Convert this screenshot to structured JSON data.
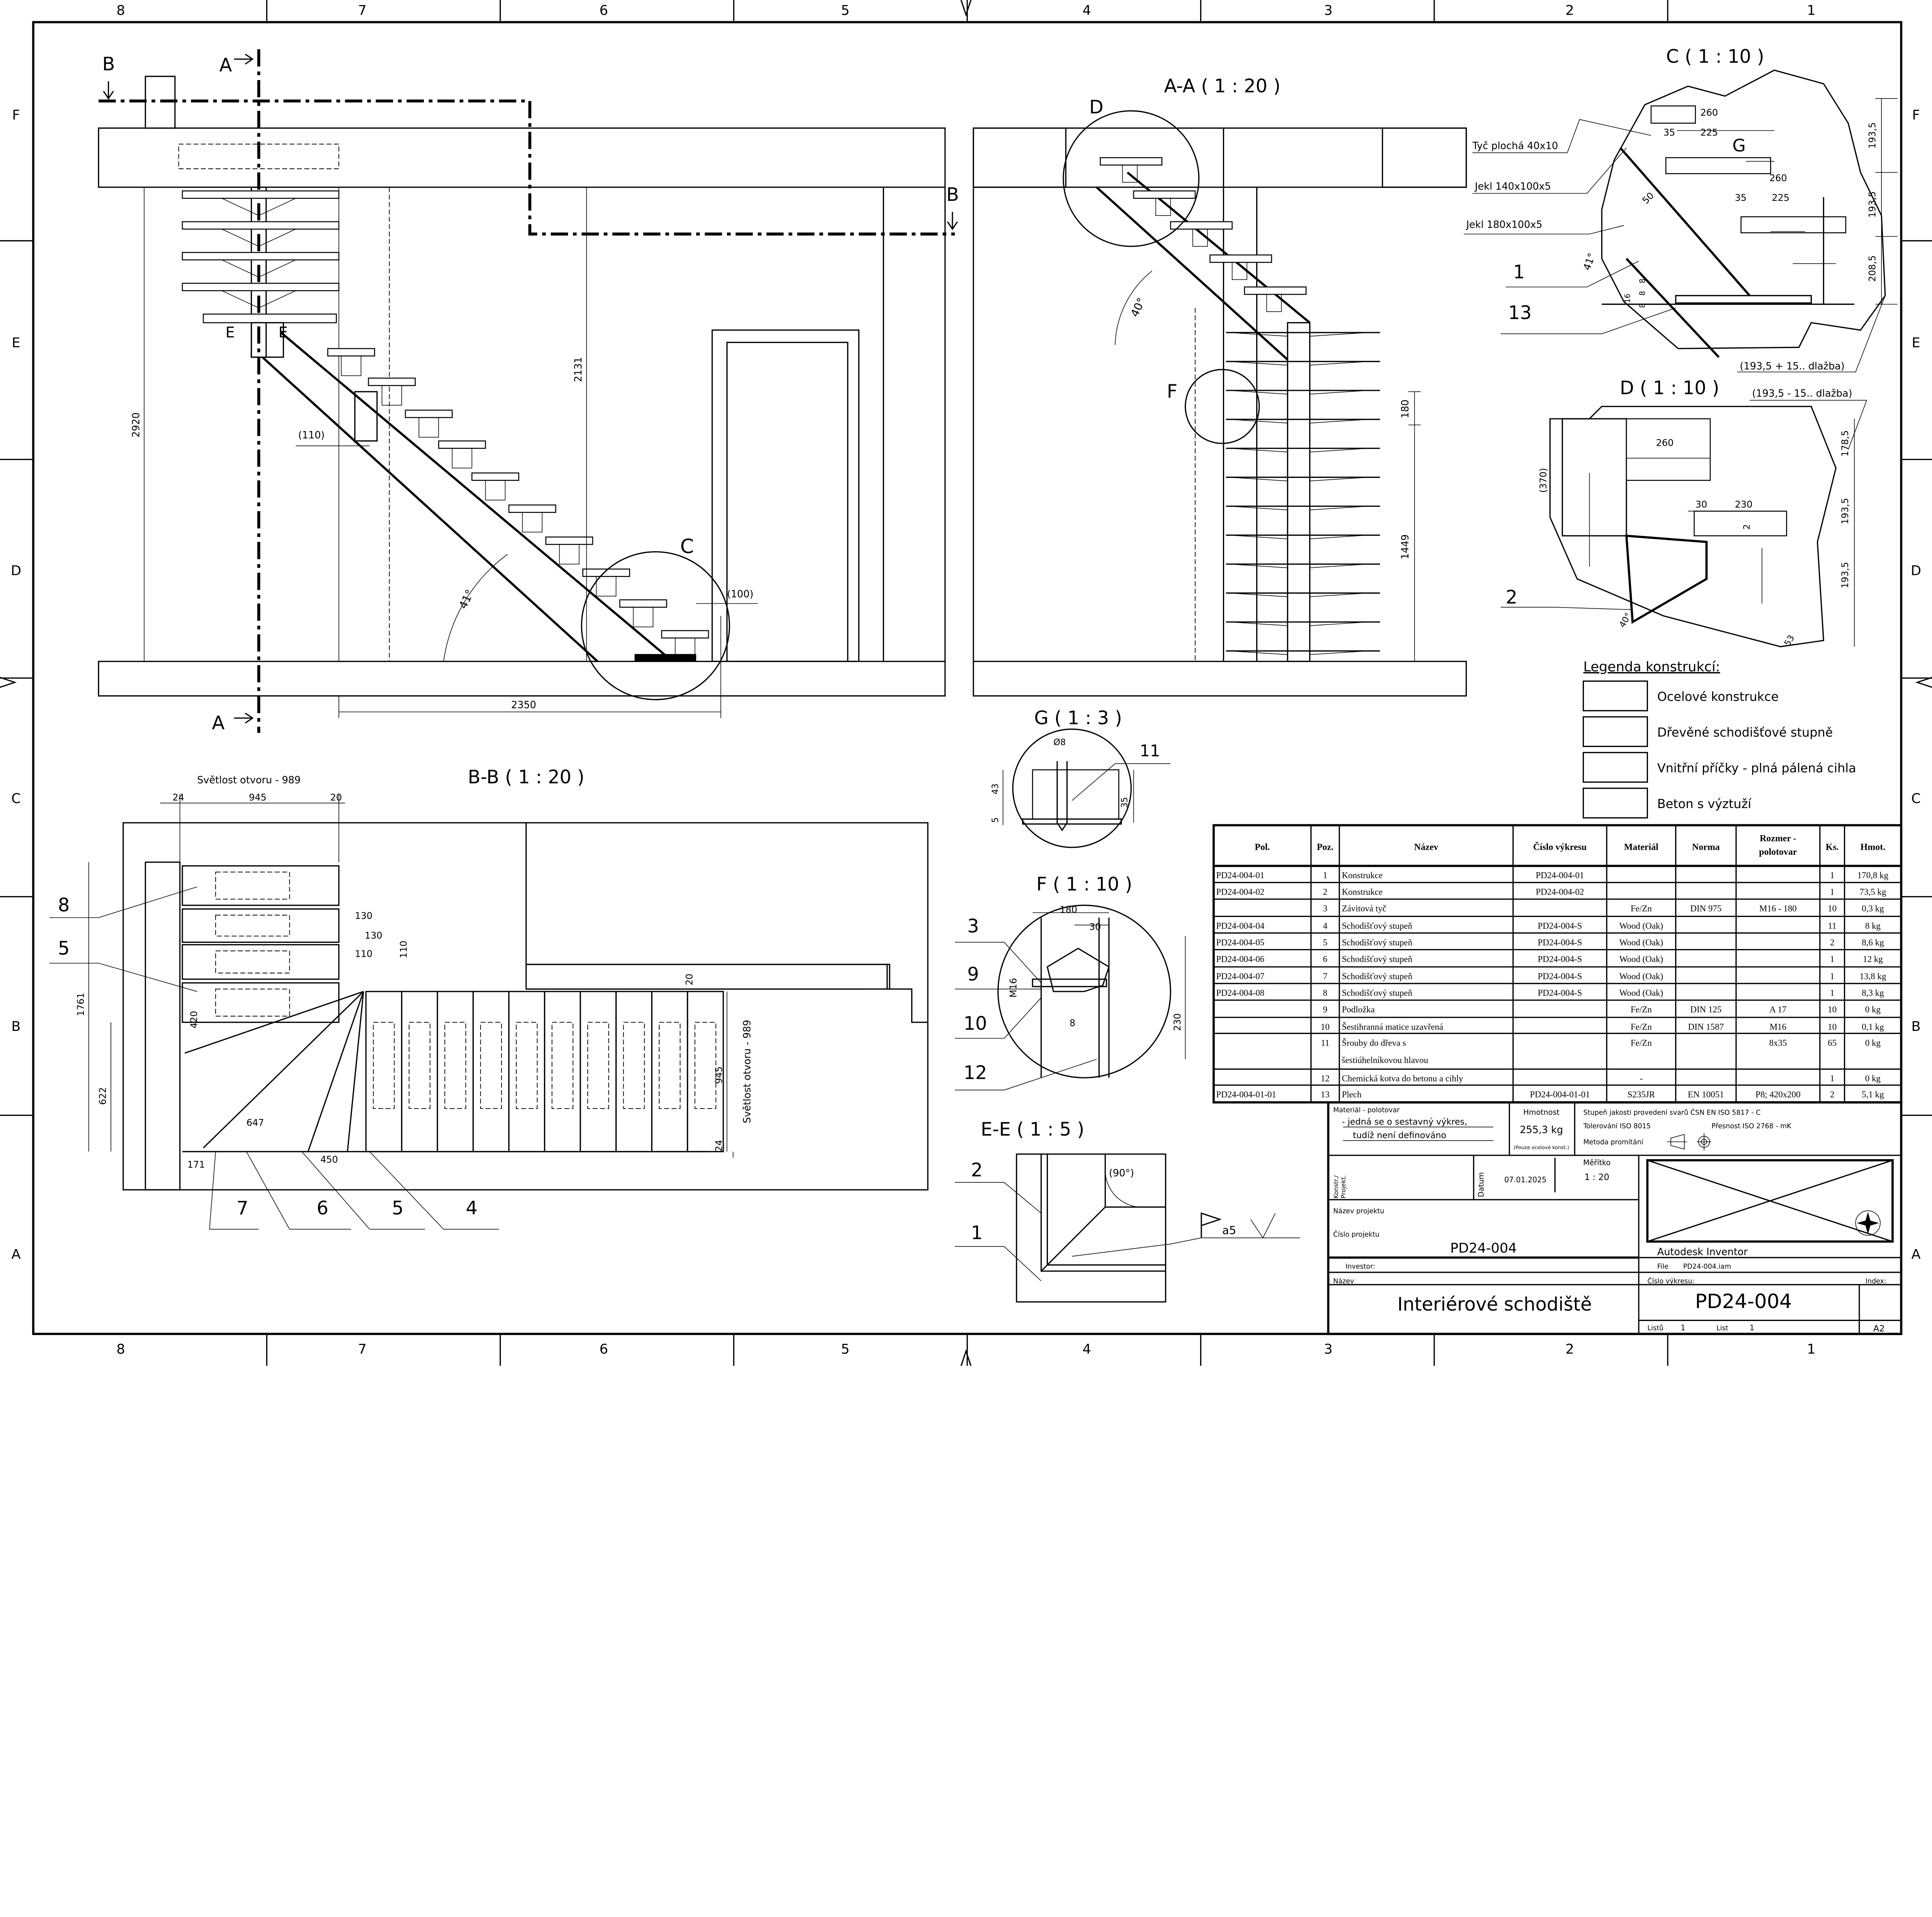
{
  "sheet": {
    "columns": [
      "8",
      "7",
      "6",
      "5",
      "4",
      "3",
      "2",
      "1"
    ],
    "rows": [
      "F",
      "E",
      "D",
      "C",
      "B",
      "A"
    ]
  },
  "main_view": {
    "section_a": "A",
    "section_b": "B",
    "detail_c": "C",
    "detail_e": "E",
    "dims": {
      "total_height": "2920",
      "headroom": "2131",
      "offset": "(110)",
      "angle": "41°",
      "nose": "(100)",
      "run": "2350"
    }
  },
  "section_aa": {
    "title": "A-A ( 1 : 20 )",
    "detail_d": "D",
    "detail_f": "F",
    "angle": "40°",
    "dim_180": "180",
    "dim_1449": "1449"
  },
  "detail_c": {
    "title": "C ( 1 : 10 )",
    "detail_g": "G",
    "dims": [
      "260",
      "35",
      "225",
      "260",
      "35",
      "225",
      "193,5",
      "193,5",
      "208,5",
      "50",
      "41°",
      "16",
      "8",
      "8",
      "8"
    ],
    "callouts": [
      "Tyč plochá 40x10",
      "Jekl 140x100x5",
      "Jekl 180x100x5"
    ],
    "positions": [
      "1",
      "13"
    ],
    "note": "(193,5 + 15.. dlažba)"
  },
  "detail_d": {
    "title": "D ( 1 : 10 )",
    "note": "(193,5 - 15.. dlažba)",
    "dims": [
      "260",
      "(370)",
      "178,5",
      "30",
      "230",
      "2",
      "193,5",
      "193,5",
      "40°",
      "53"
    ],
    "position": "2"
  },
  "legend": {
    "title": "Legenda konstrukcí:",
    "items": [
      "Ocelové konstrukce",
      "Dřevěné schodišťové stupně",
      "Vnitřní příčky - plná pálená cihla",
      "Beton s výztuží"
    ]
  },
  "detail_g": {
    "title": "G ( 1 : 3 )",
    "dims": [
      "Ø8",
      "43",
      "5",
      "35"
    ],
    "position": "11"
  },
  "detail_f": {
    "title": "F ( 1 : 10 )",
    "dims": [
      "180",
      "30",
      "M16",
      "8",
      "230"
    ],
    "positions": [
      "3",
      "9",
      "10",
      "12"
    ]
  },
  "detail_ee": {
    "title": "E-E ( 1 : 5 )",
    "angle": "(90°)",
    "weld": "a5",
    "positions": [
      "2",
      "1"
    ]
  },
  "section_bb": {
    "title": "B-B ( 1 : 20 )",
    "opening_label": "Světlost otvoru - 989",
    "opening_label_vertical": "Světlost otvoru - 989",
    "dims": [
      "24",
      "945",
      "20",
      "130",
      "130",
      "110",
      "110",
      "20",
      "420",
      "1761",
      "622",
      "647",
      "450",
      "171",
      "945",
      "24"
    ],
    "positions": [
      "8",
      "5",
      "7",
      "6",
      "5",
      "4"
    ]
  },
  "parts_table": {
    "headers": [
      [
        "Pol."
      ],
      [
        "Poz."
      ],
      [
        "Název"
      ],
      [
        "Číslo výkresu"
      ],
      [
        "Materiál"
      ],
      [
        "Norma"
      ],
      [
        "Rozmer -",
        "polotovar"
      ],
      [
        "Ks."
      ],
      [
        "Hmot."
      ]
    ],
    "rows": [
      [
        "PD24-004-01",
        "1",
        "Konstrukce",
        "PD24-004-01",
        "",
        "",
        "",
        "1",
        "170,8 kg"
      ],
      [
        "PD24-004-02",
        "2",
        "Konstrukce",
        "PD24-004-02",
        "",
        "",
        "",
        "1",
        "73,5 kg"
      ],
      [
        "",
        "3",
        "Závitová tyč",
        "",
        "Fe/Zn",
        "DIN 975",
        "M16 - 180",
        "10",
        "0,3 kg"
      ],
      [
        "PD24-004-04",
        "4",
        "Schodišťový stupeň",
        "PD24-004-S",
        "Wood (Oak)",
        "",
        "",
        "11",
        "8 kg"
      ],
      [
        "PD24-004-05",
        "5",
        "Schodišťový stupeň",
        "PD24-004-S",
        "Wood (Oak)",
        "",
        "",
        "2",
        "8,6 kg"
      ],
      [
        "PD24-004-06",
        "6",
        "Schodišťový stupeň",
        "PD24-004-S",
        "Wood (Oak)",
        "",
        "",
        "1",
        "12 kg"
      ],
      [
        "PD24-004-07",
        "7",
        "Schodišťový stupeň",
        "PD24-004-S",
        "Wood (Oak)",
        "",
        "",
        "1",
        "13,8 kg"
      ],
      [
        "PD24-004-08",
        "8",
        "Schodišťový stupeň",
        "PD24-004-S",
        "Wood (Oak)",
        "",
        "",
        "1",
        "8,3 kg"
      ],
      [
        "",
        "9",
        "Podložka",
        "",
        "Fe/Zn",
        "DIN 125",
        "A 17",
        "10",
        "0 kg"
      ],
      [
        "",
        "10",
        "Šestihranná matice uzavřená",
        "",
        "Fe/Zn",
        "DIN 1587",
        "M16",
        "10",
        "0,1 kg"
      ],
      [
        "",
        "11",
        "Šrouby do dřeva s",
        "",
        "Fe/Zn",
        "",
        "8x35",
        "65",
        "0 kg"
      ],
      [
        "",
        "12",
        "Chemická kotva do betonu a cihly",
        "",
        "-",
        "",
        "",
        "1",
        "0 kg"
      ],
      [
        "PD24-004-01-01",
        "13",
        "Plech",
        "PD24-004-01-01",
        "S235JR",
        "EN 10051",
        "P8; 420x200",
        "2",
        "5,1 kg"
      ]
    ],
    "row11_name_cont": "šestiúhelníkovou hlavou"
  },
  "title_block": {
    "material_label": "Materiál - polotovar",
    "material_line1": "- jedná se o sestavný výkres,",
    "material_line2": "tudíž není definováno",
    "mass_label": "Hmotnost",
    "mass_value": "255,3 kg",
    "mass_note": "(Pouze ocelové konst.)",
    "weld_quality": "Stupeň jakosti provedení svarů ČSN EN ISO 5817 - C",
    "tolerance": "Tolerování ISO 8015",
    "accuracy": "Přesnost ISO 2768 - mK",
    "projection_label": "Metoda promítání",
    "designer_label_1": "Konstr./",
    "designer_label_2": "Projekt.",
    "date_label": "Datum",
    "date_value": "07.01.2025",
    "scale_label": "Měřítko",
    "scale_value": "1 : 20",
    "project_name_label": "Název projektu",
    "project_number_label": "Číslo projektu",
    "project_number": "PD24-004",
    "investor_label": "Investor:",
    "software": "Autodesk Inventor",
    "file_label": "File",
    "file_value": "PD24-004.iam",
    "name_label": "Název",
    "name_value": "Interiérové schodiště",
    "drawing_number_label": "Číslo výkresu:",
    "drawing_number": "PD24-004",
    "index_label": "Index:",
    "sheets_label": "Listů",
    "sheets_value": "1",
    "sheet_label": "List",
    "sheet_value": "1",
    "format": "A2"
  }
}
